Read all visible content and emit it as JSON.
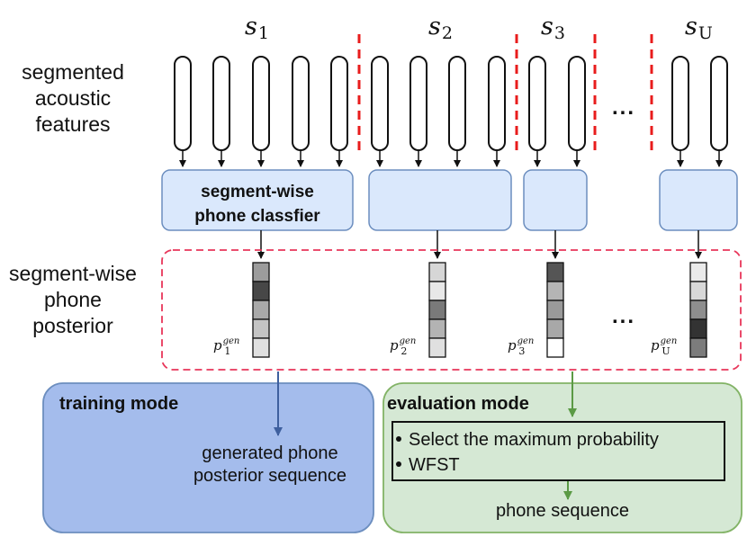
{
  "labels": {
    "acoustic_lines": [
      "segmented",
      "acoustic",
      "features"
    ],
    "posterior_lines": [
      "segment-wise",
      "phone",
      "posterior"
    ],
    "classifier_lines": [
      "segment-wise",
      "phone classfier"
    ],
    "ellipsis": "..."
  },
  "segments": [
    {
      "letter": "s",
      "sub": "1"
    },
    {
      "letter": "s",
      "sub": "2"
    },
    {
      "letter": "s",
      "sub": "3"
    },
    {
      "letter": "s",
      "sub": "U"
    }
  ],
  "posteriors": [
    {
      "letter": "p",
      "sup": "gen",
      "sub": "1"
    },
    {
      "letter": "p",
      "sup": "gen",
      "sub": "2"
    },
    {
      "letter": "p",
      "sup": "gen",
      "sub": "3"
    },
    {
      "letter": "p",
      "sup": "gen",
      "sub": "U"
    }
  ],
  "training": {
    "title": "training mode",
    "text_lines": [
      "generated phone",
      "posterior sequence"
    ]
  },
  "evaluation": {
    "title": "evaluation mode",
    "items": [
      "Select the maximum probability",
      "WFST"
    ],
    "result": "phone sequence"
  },
  "colors": {
    "classifier_fill": "#dae8fc",
    "classifier_stroke": "#6c8ebf",
    "training_fill": "#a4bcec",
    "training_stroke": "#6c8ebf",
    "evaluation_fill": "#d5e8d4",
    "evaluation_stroke": "#82b366",
    "separator": "#e81c1c",
    "posterior_group": "#e8365a",
    "training_arrow": "#3e5f9e",
    "evaluation_arrow": "#5b9a45"
  }
}
